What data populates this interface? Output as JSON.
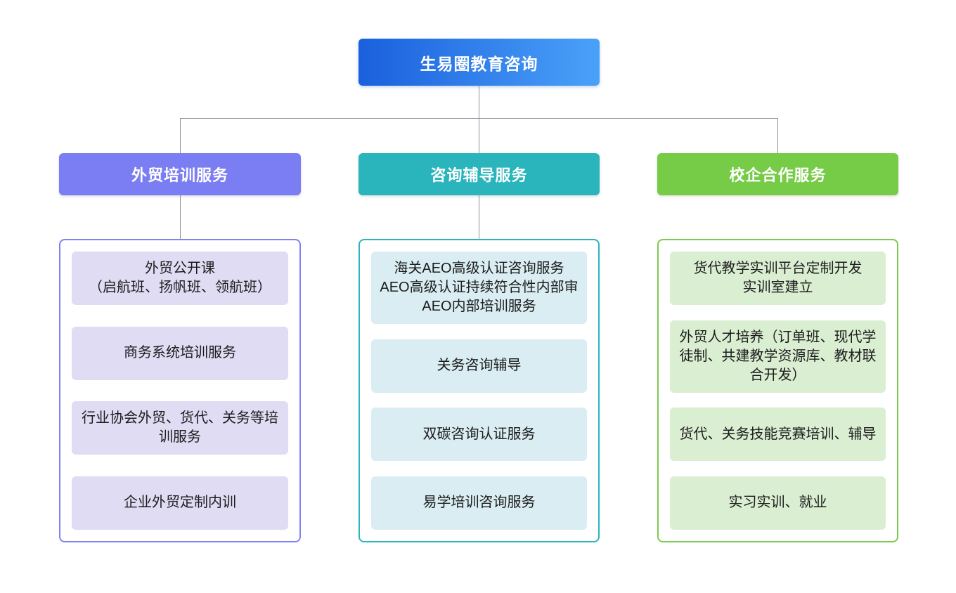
{
  "root": {
    "label": "生易圈教育咨询"
  },
  "colors": {
    "root_gradient_start": "#1a60dd",
    "root_gradient_end": "#4aa1f9",
    "connector_line": "#8d949c",
    "branch_purple_header": "#7b7ef2",
    "branch_purple_border": "#7f82f5",
    "branch_purple_item_bg": "#dfdcf4",
    "branch_teal_header": "#2ab4bb",
    "branch_teal_border": "#2ab5bd",
    "branch_teal_item_bg": "#d9edf2",
    "branch_green_header": "#76cb47",
    "branch_green_border": "#7bcb4e",
    "branch_green_item_bg": "#daeed2",
    "header_text": "#ffffff",
    "item_text": "#1c1c1c"
  },
  "branches": [
    {
      "label": "外贸培训服务",
      "items": [
        "外贸公开课\n（启航班、扬帆班、领航班）",
        "商务系统培训服务",
        "行业协会外贸、货代、关务等培训服务",
        "企业外贸定制内训"
      ]
    },
    {
      "label": "咨询辅导服务",
      "items": [
        "海关AEO高级认证咨询服务\nAEO高级认证持续符合性内部审\nAEO内部培训服务",
        "关务咨询辅导",
        "双碳咨询认证服务",
        "易学培训咨询服务"
      ]
    },
    {
      "label": "校企合作服务",
      "items": [
        "货代教学实训平台定制开发\n实训室建立",
        "外贸人才培养（订单班、现代学徒制、共建教学资源库、教材联合开发）",
        "货代、关务技能竞赛培训、辅导",
        "实习实训、就业"
      ]
    }
  ]
}
